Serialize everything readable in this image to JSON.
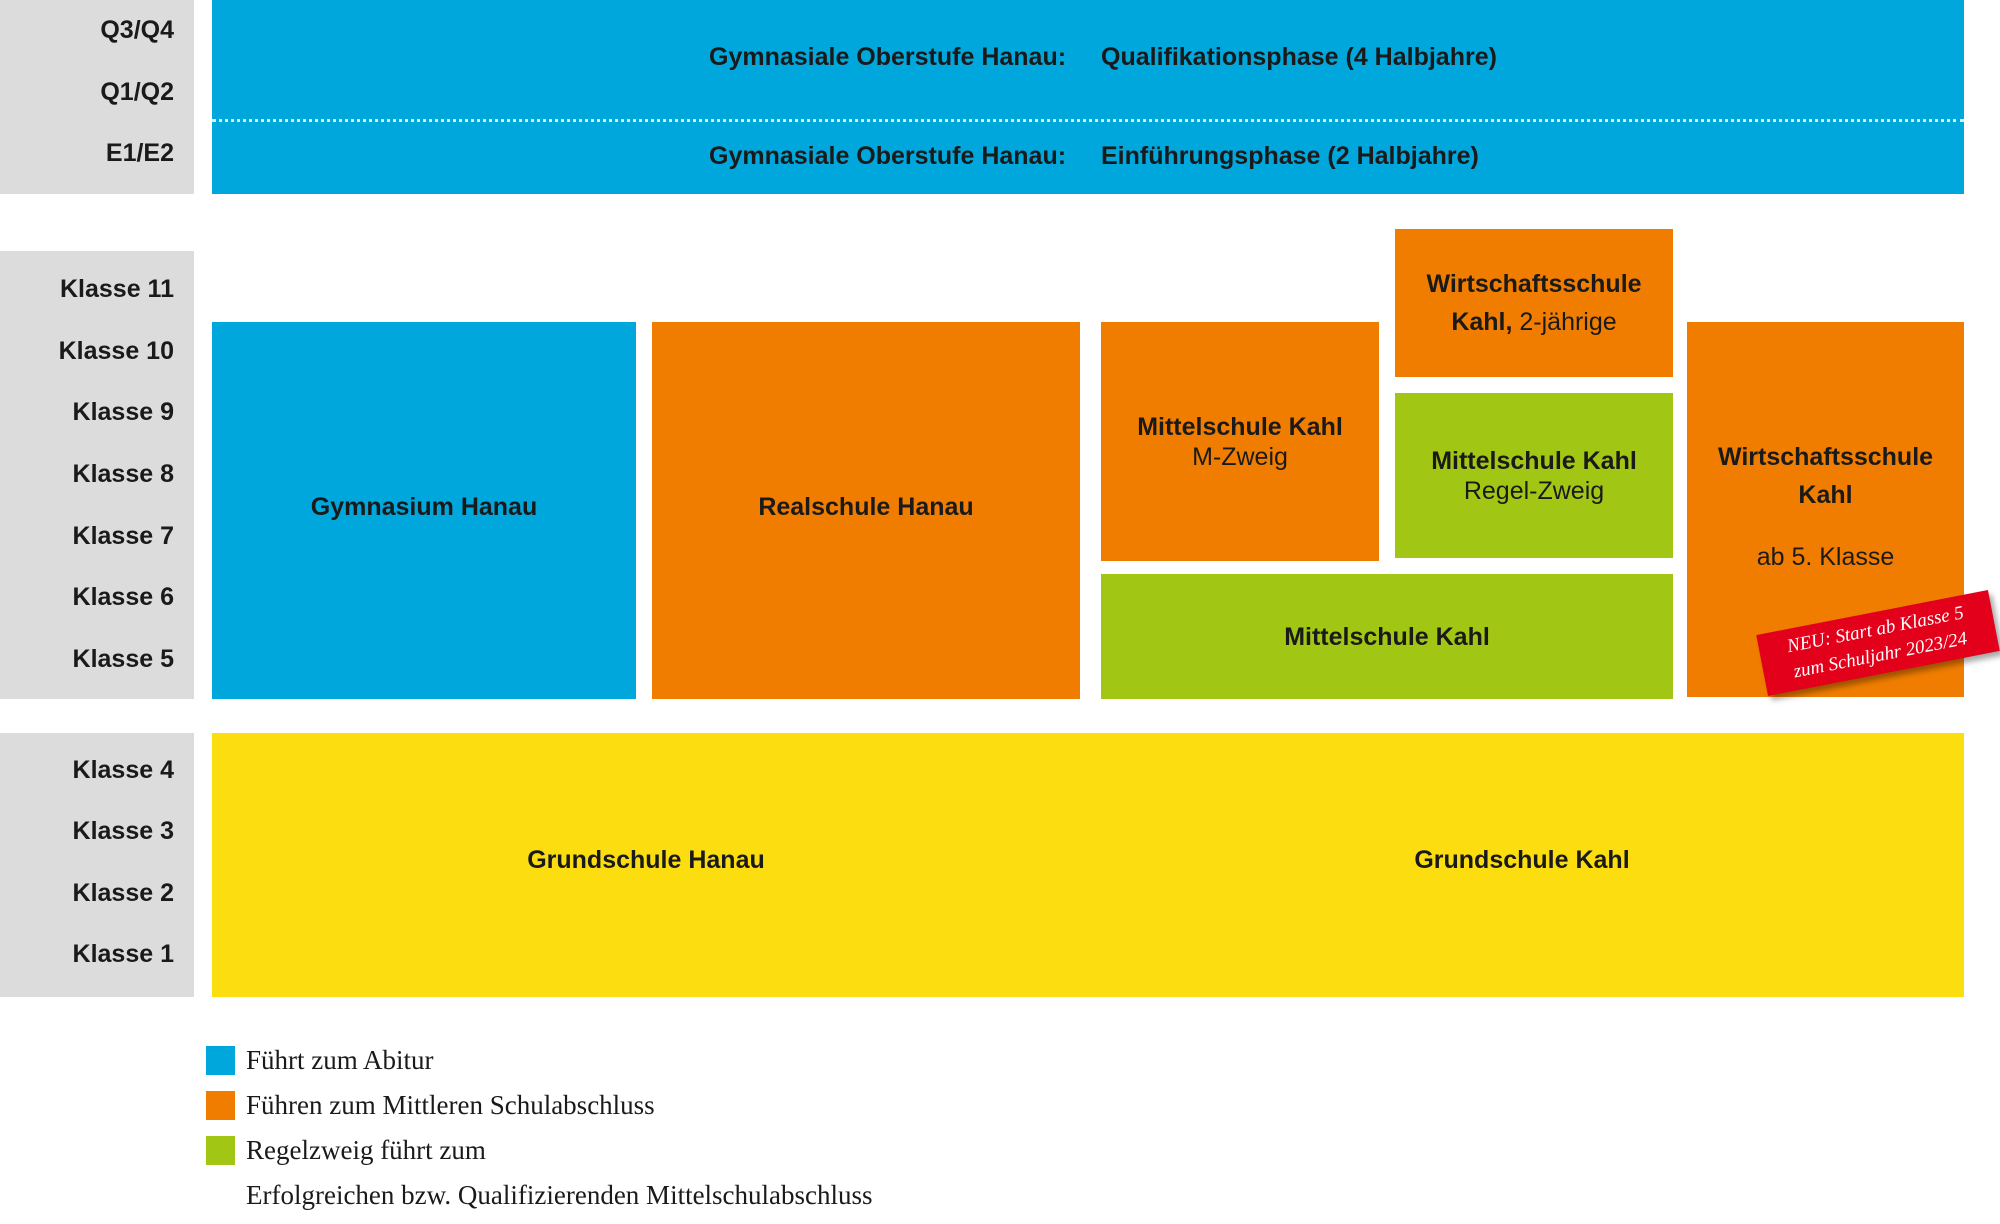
{
  "colors": {
    "blue": "#00a7dc",
    "orange": "#f07d00",
    "green": "#a2c614",
    "yellow": "#fcde10",
    "gray": "#dcdcdc",
    "badge_red": "#e2001a"
  },
  "side_labels": {
    "q3q4": "Q3/Q4",
    "q1q2": "Q1/Q2",
    "e1e2": "E1/E2",
    "klasse11": "Klasse 11",
    "klasse10": "Klasse 10",
    "klasse9": "Klasse 9",
    "klasse8": "Klasse 8",
    "klasse7": "Klasse 7",
    "klasse6": "Klasse 6",
    "klasse5": "Klasse 5",
    "klasse4": "Klasse 4",
    "klasse3": "Klasse 3",
    "klasse2": "Klasse 2",
    "klasse1": "Klasse 1"
  },
  "oberstufe": {
    "q_school": "Gymnasiale Oberstufe Hanau:",
    "q_phase": "Qualifikationsphase (4 Halbjahre)",
    "e_school": "Gymnasiale Oberstufe Hanau:",
    "e_phase": "Einführungsphase (2 Halbjahre)"
  },
  "schools": {
    "gymnasium": "Gymnasium Hanau",
    "realschule": "Realschule Hanau",
    "mittelschule_m_title": "Mittelschule Kahl",
    "mittelschule_m_sub": "M-Zweig",
    "wirtschaft2_title": "Wirtschaftsschule",
    "wirtschaft2_kahl": "Kahl,",
    "wirtschaft2_sub": "2-jährige",
    "mittelschule_regel_title": "Mittelschule Kahl",
    "mittelschule_regel_sub": "Regel-Zweig",
    "mittelschule": "Mittelschule Kahl",
    "wirtschaft_title_1": "Wirtschaftsschule",
    "wirtschaft_title_2": "Kahl",
    "wirtschaft_sub": "ab 5. Klasse",
    "grundschule_hanau": "Grundschule Hanau",
    "grundschule_kahl": "Grundschule Kahl"
  },
  "badge": {
    "line1": "NEU: Start ab Klasse 5",
    "line2": "zum Schuljahr 2023/24"
  },
  "legend": {
    "abitur": "Führt zum Abitur",
    "mittlerer": "Führen zum Mittleren Schulabschluss",
    "regel_1": "Regelzweig führt zum",
    "regel_2": "Erfolgreichen bzw. Qualifizierenden Mittelschulabschluss"
  }
}
